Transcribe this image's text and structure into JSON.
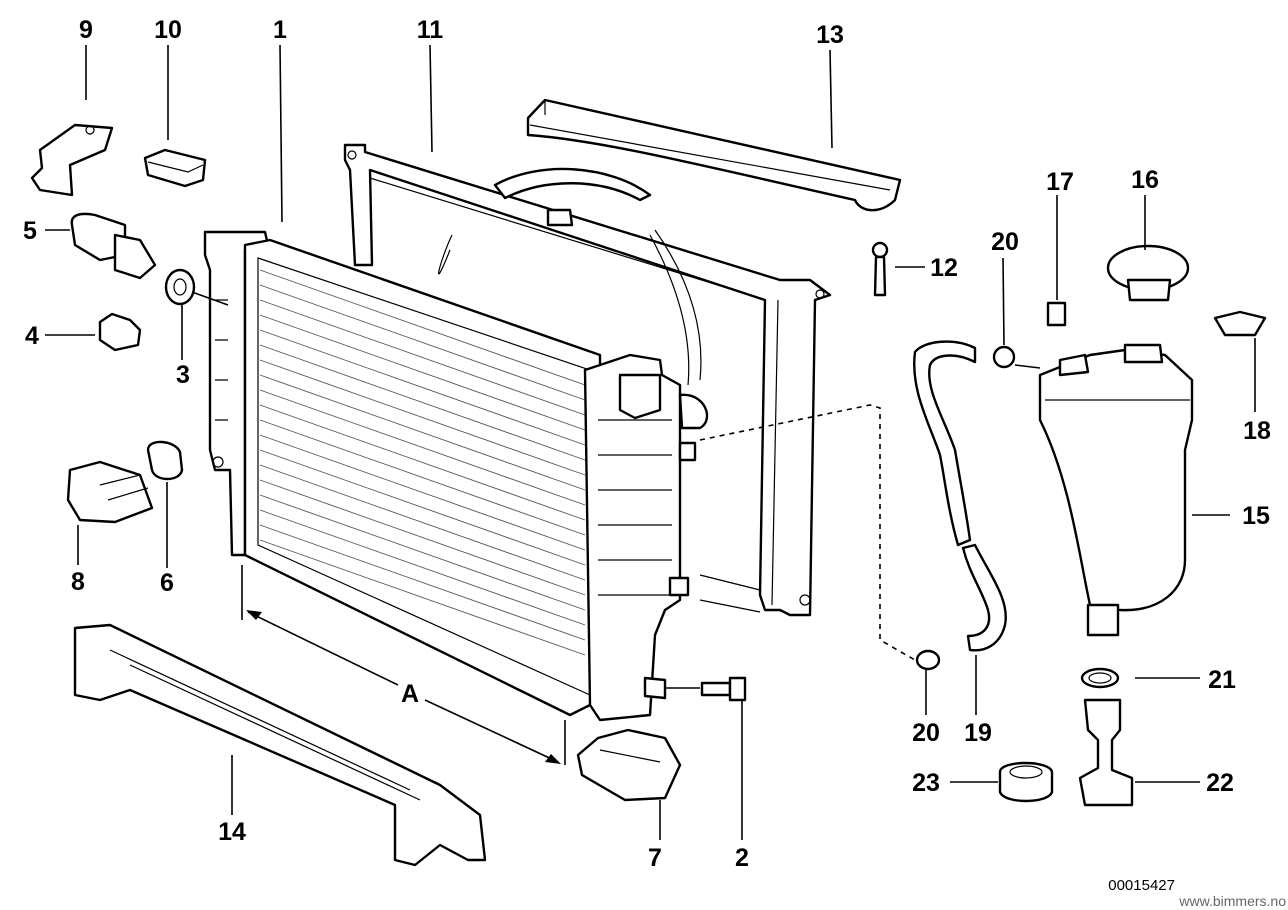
{
  "diagram": {
    "callouts": {
      "c1": "1",
      "c2": "2",
      "c3": "3",
      "c4": "4",
      "c5": "5",
      "c6": "6",
      "c7": "7",
      "c8": "8",
      "c9": "9",
      "c10": "10",
      "c11": "11",
      "c12": "12",
      "c13": "13",
      "c14": "14",
      "c15": "15",
      "c16": "16",
      "c17": "17",
      "c18": "18",
      "c19": "19",
      "c20a": "20",
      "c20b": "20",
      "c21": "21",
      "c22": "22",
      "c23": "23",
      "cA": "A"
    },
    "reference_number": "00015427",
    "watermark": "www.bimmers.no"
  }
}
